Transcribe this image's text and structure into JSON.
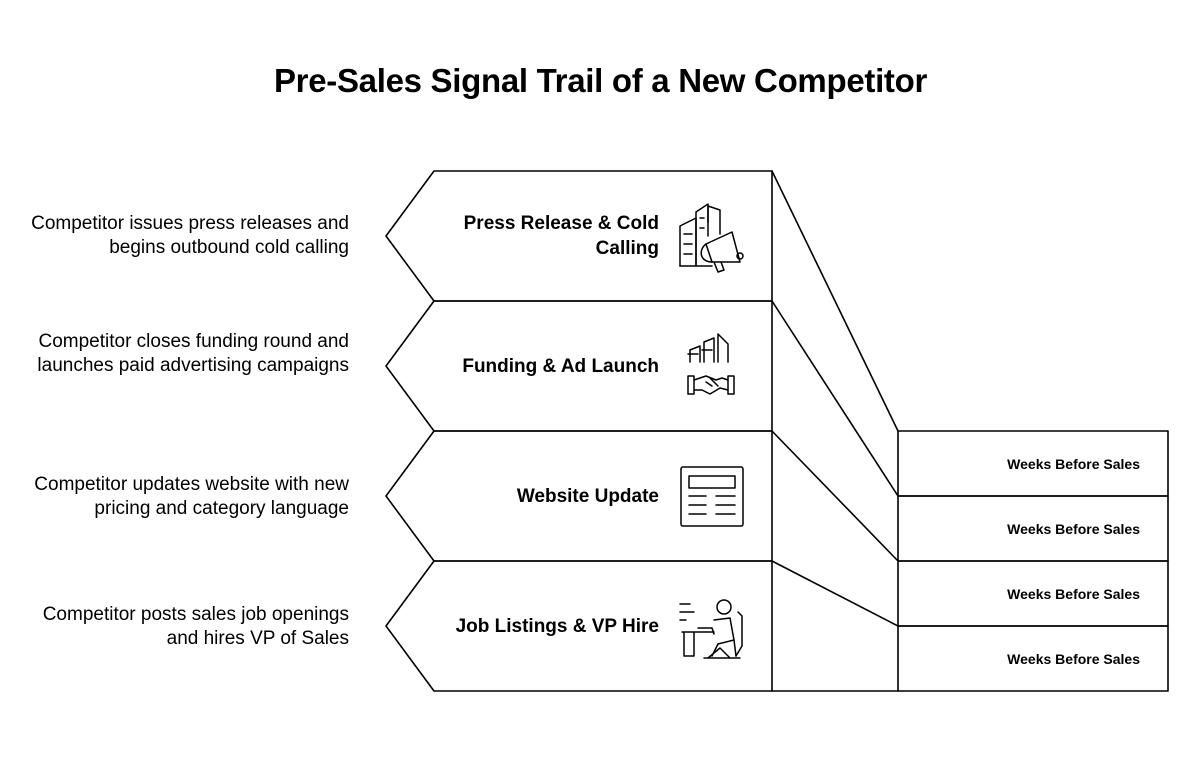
{
  "title": "Pre-Sales Signal Trail of a New Competitor",
  "stages": [
    {
      "label": "Press Release & Cold Calling",
      "description": "Competitor issues press releases and begins outbound cold calling",
      "icon": "megaphone-buildings-icon",
      "timing": "Weeks Before Sales"
    },
    {
      "label": "Funding & Ad Launch",
      "description": "Competitor closes funding round and launches paid advertising campaigns",
      "icon": "handshake-buildings-icon",
      "timing": "Weeks Before Sales"
    },
    {
      "label": "Website Update",
      "description": "Competitor updates website with new pricing and category language",
      "icon": "webpage-icon",
      "timing": "Weeks Before Sales"
    },
    {
      "label": "Job Listings & VP Hire",
      "description": "Competitor posts sales job openings and hires VP of Sales",
      "icon": "person-at-desk-icon",
      "timing": "Weeks Before Sales"
    }
  ]
}
